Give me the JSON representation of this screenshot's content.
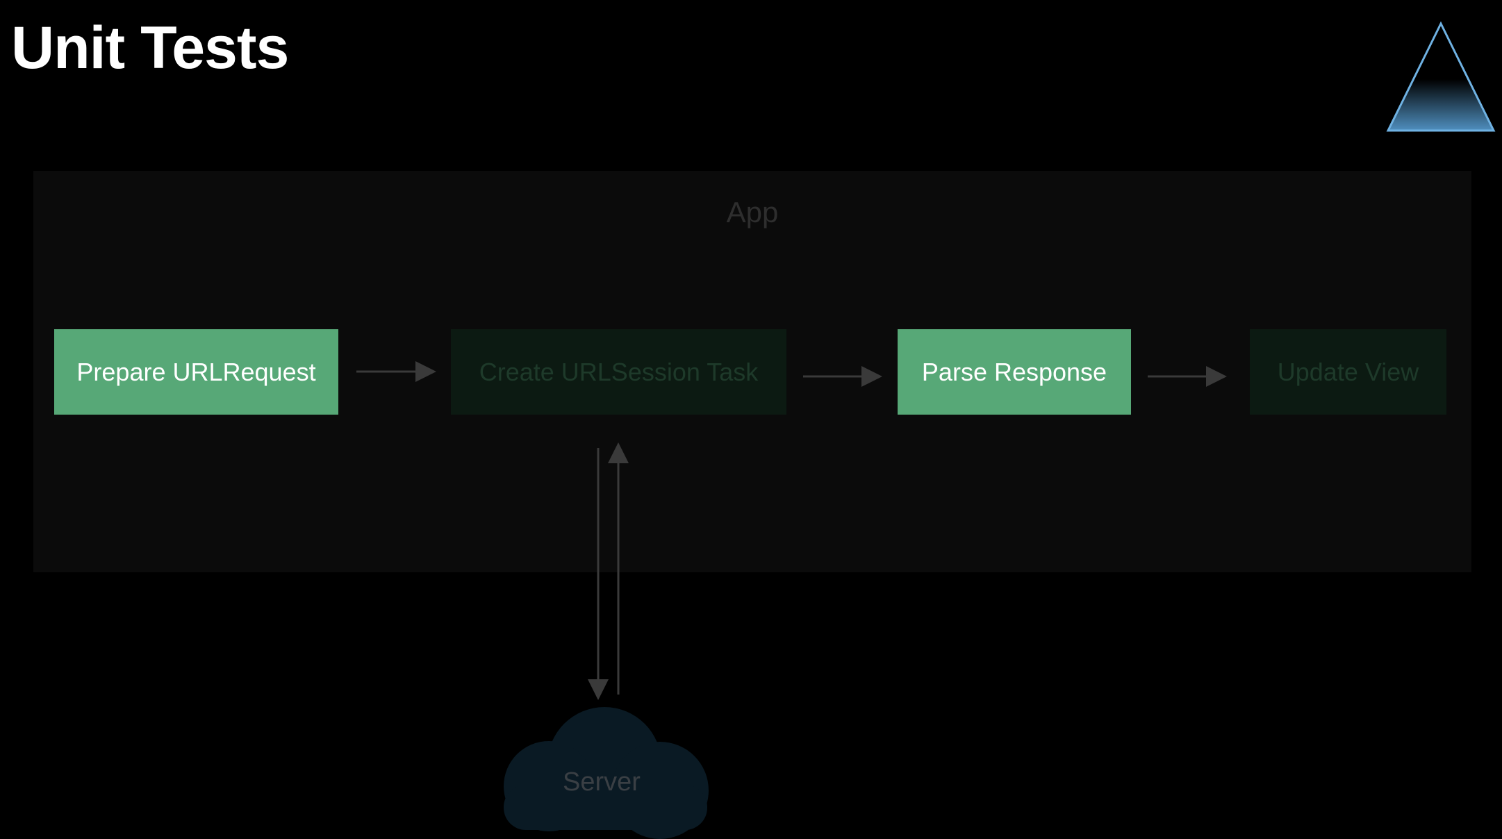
{
  "slide": {
    "title": "Unit Tests"
  },
  "diagram": {
    "container_label": "App",
    "steps": [
      {
        "label": "Prepare URLRequest",
        "state": "highlighted"
      },
      {
        "label": "Create URLSession Task",
        "state": "dimmed"
      },
      {
        "label": "Parse Response",
        "state": "highlighted"
      },
      {
        "label": "Update View",
        "state": "dimmed"
      }
    ],
    "server_label": "Server"
  },
  "icons": {
    "corner_badge": "test-pyramid-icon",
    "server": "cloud-icon"
  },
  "colors": {
    "background": "#000000",
    "highlight": "#57a877",
    "dimmed": "#0c1a12",
    "app_container": "#0b0b0b",
    "server_cloud": "#0a1a24",
    "pyramid": "#5aa3d6"
  }
}
